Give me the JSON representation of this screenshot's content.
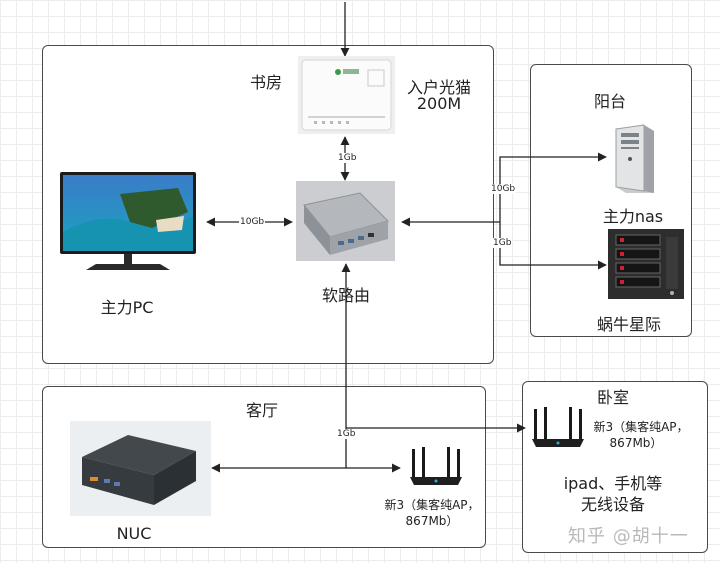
{
  "rooms": {
    "study": "书房",
    "balcony": "阳台",
    "living": "客厅",
    "bedroom": "卧室"
  },
  "devices": {
    "modem_line1": "入户光猫",
    "modem_line2": "200M",
    "router": "软路由",
    "pc": "主力PC",
    "nas": "主力nas",
    "snail": "蜗牛星际",
    "nuc": "NUC",
    "ap_living_line1": "新3（集客纯AP，",
    "ap_living_line2": "867Mb）",
    "ap_bed_line1": "新3（集客纯AP，",
    "ap_bed_line2": "867Mb）",
    "wireless_line1": "ipad、手机等",
    "wireless_line2": "无线设备"
  },
  "links": {
    "modem_router": "1Gb",
    "pc_router": "10Gb",
    "router_nas": "10Gb",
    "router_snail": "1Gb",
    "router_living": "1Gb"
  },
  "watermark": "知乎 @胡十一"
}
